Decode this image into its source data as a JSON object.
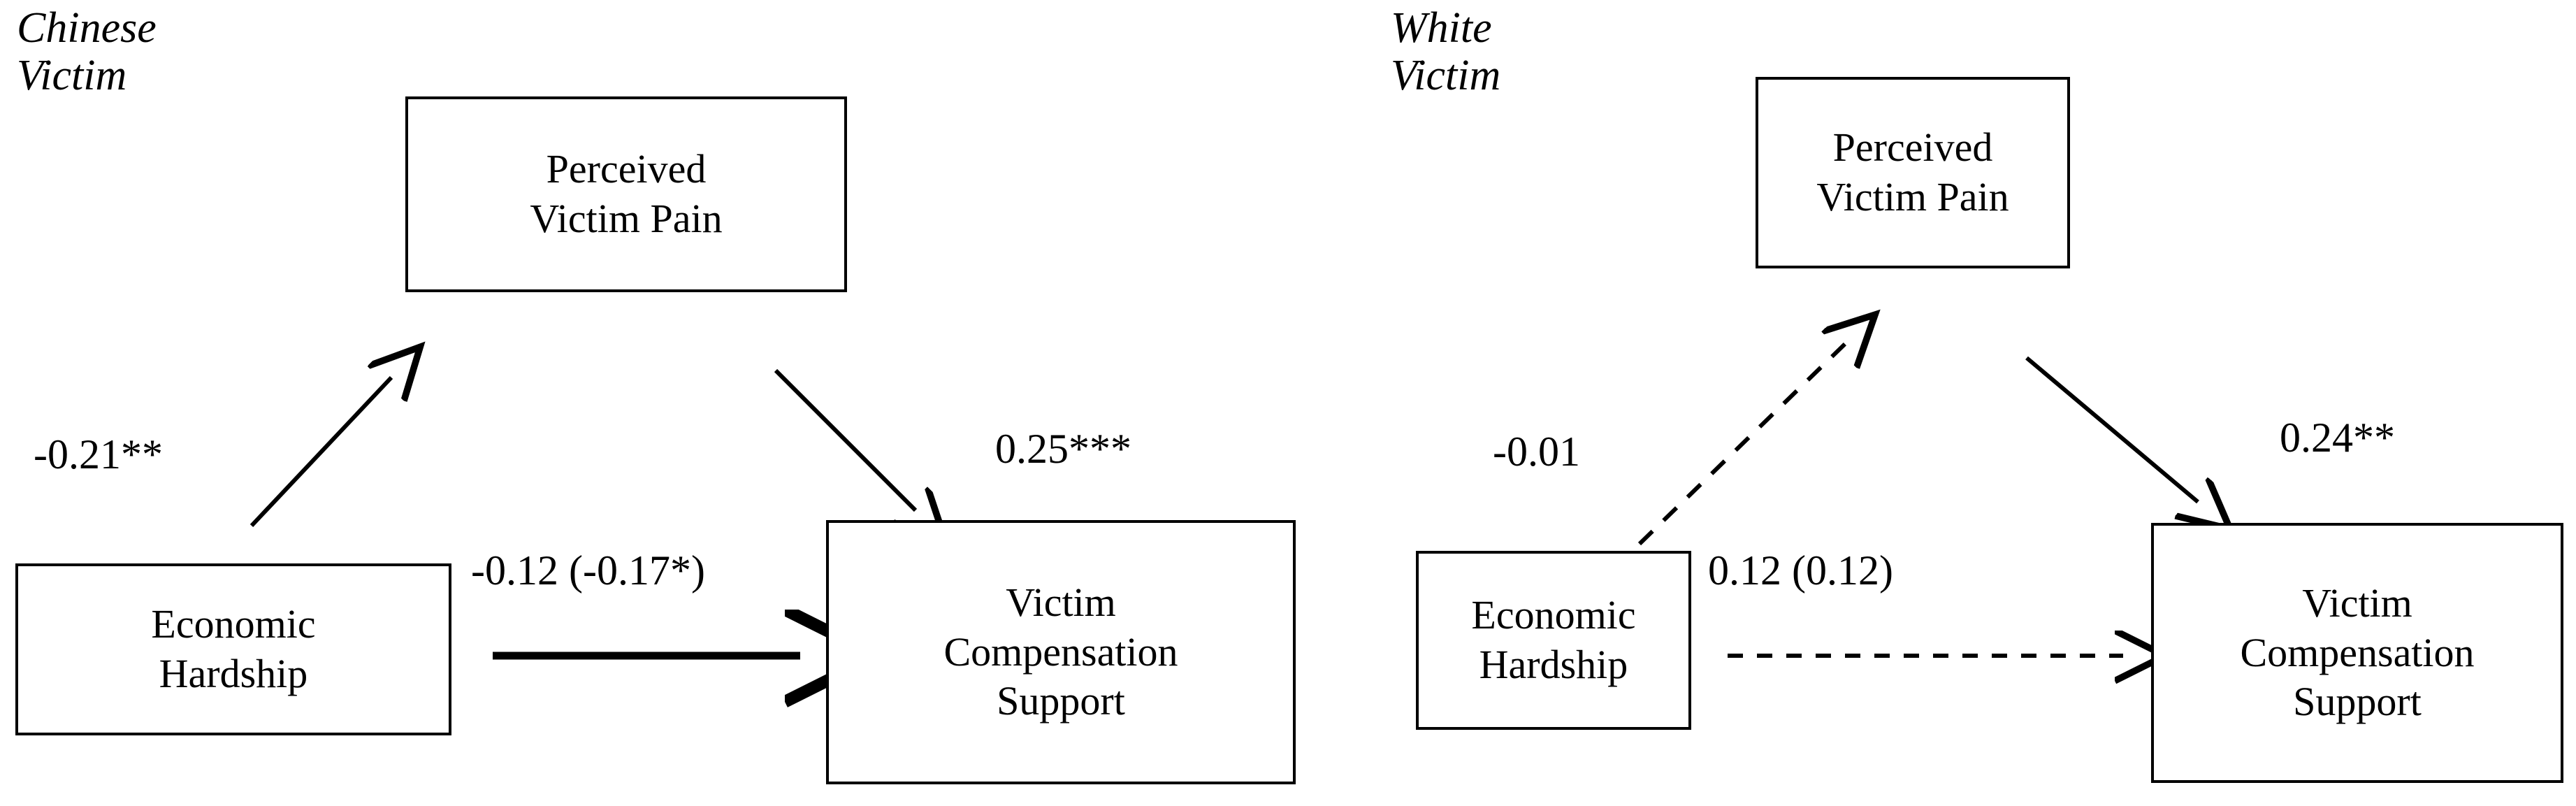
{
  "figure": {
    "type": "path-diagram",
    "panels": [
      {
        "id": "chinese-victim",
        "label": "Chinese\nVictim",
        "nodes": {
          "mediator": "Perceived\nVictim Pain",
          "predictor": "Economic\nHardship",
          "outcome": "Victim\nCompensation\nSupport"
        },
        "paths": [
          {
            "id": "a-path",
            "from": "Economic Hardship",
            "to": "Perceived Victim Pain",
            "label": "-0.21**",
            "style": "solid",
            "coefficient": -0.21,
            "significance": "**"
          },
          {
            "id": "b-path",
            "from": "Perceived Victim Pain",
            "to": "Victim Compensation Support",
            "label": "0.25***",
            "style": "solid",
            "coefficient": 0.25,
            "significance": "***"
          },
          {
            "id": "c-path",
            "from": "Economic Hardship",
            "to": "Victim Compensation Support",
            "label": "-0.12 (-0.17*)",
            "style": "solid",
            "coefficient": -0.12,
            "total_effect": -0.17,
            "significance": "*"
          }
        ]
      },
      {
        "id": "white-victim",
        "label": "White\nVictim",
        "nodes": {
          "mediator": "Perceived\nVictim Pain",
          "predictor": "Economic\nHardship",
          "outcome": "Victim\nCompensation\nSupport"
        },
        "paths": [
          {
            "id": "a-path",
            "from": "Economic Hardship",
            "to": "Perceived Victim Pain",
            "label": "-0.01",
            "style": "dashed",
            "coefficient": -0.01,
            "significance": ""
          },
          {
            "id": "b-path",
            "from": "Perceived Victim Pain",
            "to": "Victim Compensation Support",
            "label": "0.24**",
            "style": "solid",
            "coefficient": 0.24,
            "significance": "**"
          },
          {
            "id": "c-path",
            "from": "Economic Hardship",
            "to": "Victim Compensation Support",
            "label": "0.12 (0.12)",
            "style": "dashed",
            "coefficient": 0.12,
            "total_effect": 0.12,
            "significance": ""
          }
        ]
      }
    ],
    "colors": {
      "stroke": "#000000",
      "background": "#ffffff"
    }
  }
}
